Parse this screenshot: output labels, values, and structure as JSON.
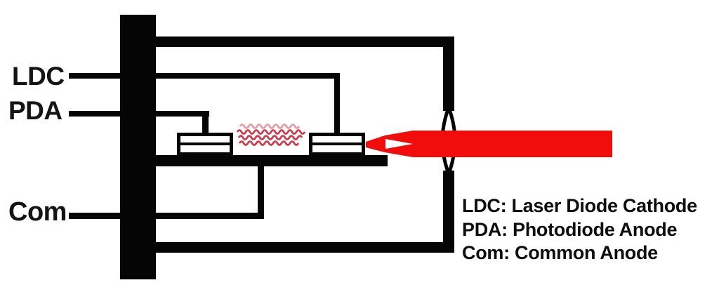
{
  "diagram": {
    "pin_labels": {
      "ldc": "LDC",
      "pda": "PDA",
      "com": "Com"
    },
    "legend": {
      "lines": [
        "LDC: Laser Diode Cathode",
        "PDA: Photodiode Anode",
        "Com: Common Anode"
      ]
    },
    "colors": {
      "structure": "#050505",
      "laser_beam": "#f20d0d",
      "radiation_waves": "#c5293a",
      "background": "#ffffff"
    }
  }
}
